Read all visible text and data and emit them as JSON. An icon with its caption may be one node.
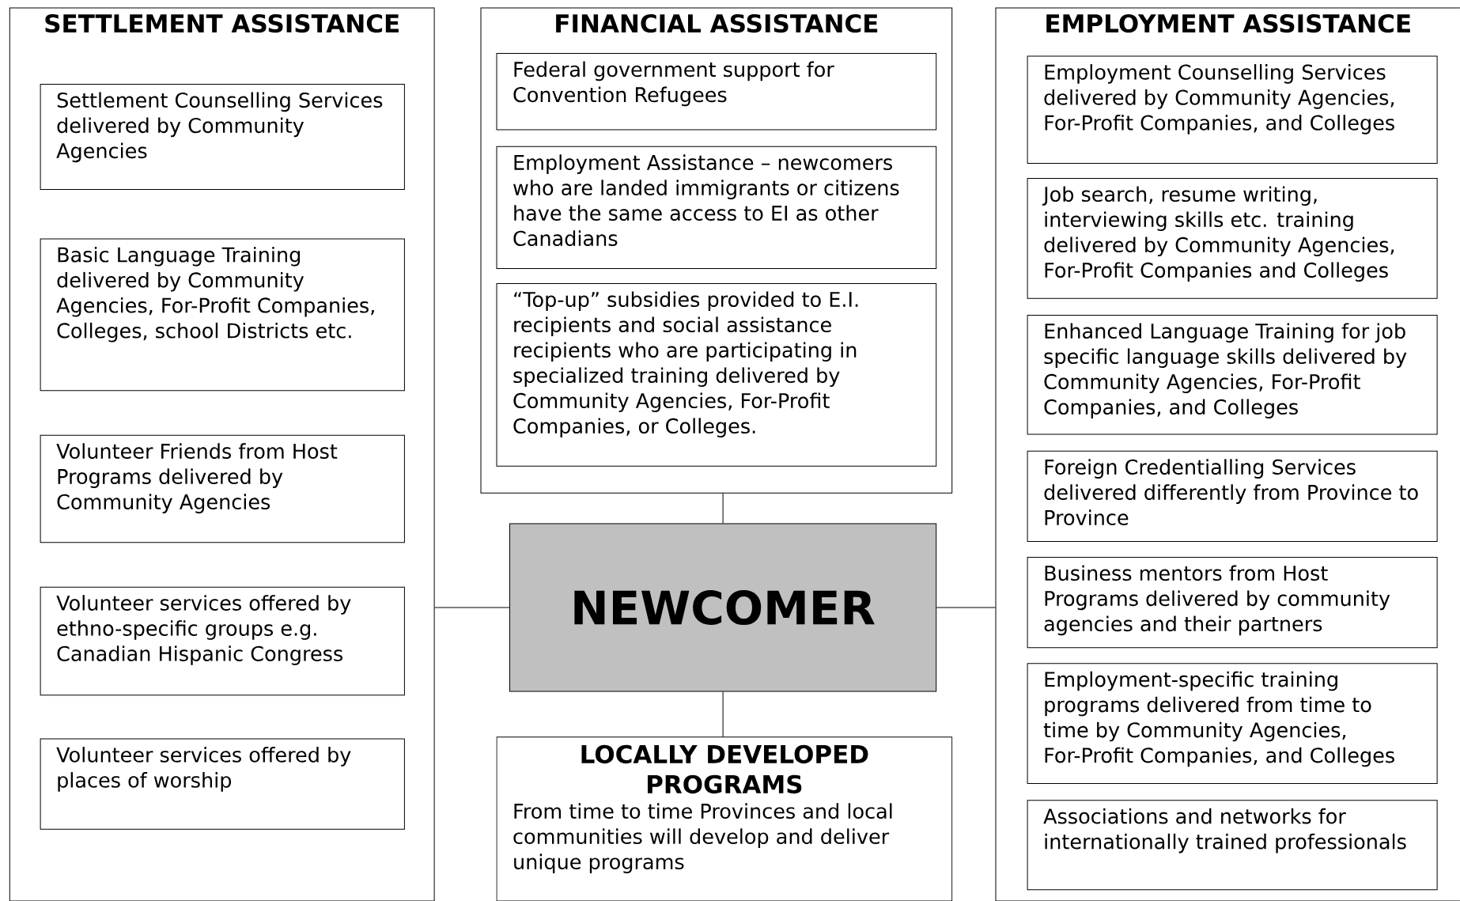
{
  "diagram": {
    "nodes": [
      {
        "text": [
          "SETTLEMENT ASSISTANCE"
        ]
      },
      {
        "text": [
          "Settlement Counselling Services delivered by Community Agencies"
        ],
        "in": 0
      },
      {
        "text": [
          "Basic Language Training delivered by Community Agencies, For-Profit Companies, Colleges, school Districts etc."
        ],
        "in": 0
      },
      {
        "text": [
          "Volunteer Friends from Host Programs delivered by Community Agencies"
        ],
        "in": 0
      },
      {
        "text": [
          "Volunteer services offered by ethno-specific groups e.g. Canadian Hispanic Congress"
        ],
        "in": 0
      },
      {
        "text": [
          "Volunteer services offered by places of worship"
        ],
        "in": 0
      },
      {
        "text": [
          "FINANCIAL ASSISTANCE"
        ]
      },
      {
        "text": [
          "Federal government support for Convention Refugees"
        ],
        "in": 6
      },
      {
        "text": [
          "Employment Assistance – newcomers who are landed immigrants or citizens have the same access to EI as other Canadians"
        ],
        "in": 6
      },
      {
        "text": [
          "“Top-up” subsidies provided to E.I. recipients and social assistance recipients who are participating in specialized training delivered by Community Agencies, For-Profit Companies, or Colleges."
        ],
        "in": 6
      },
      {
        "text": [
          "NEWCOMER"
        ]
      },
      {
        "text": [
          "LOCALLY DEVELOPED PROGRAMS",
          "From time to time Provinces and local communities will develop and deliver unique programs"
        ]
      },
      {
        "text": [
          "EMPLOYMENT ASSISTANCE"
        ]
      },
      {
        "text": [
          "Employment Counselling Services delivered by Community Agencies, For-Profit Companies, and Colleges"
        ],
        "in": 12
      },
      {
        "text": [
          "Job search, resume writing, interviewing skills etc. training delivered by Community Agencies, For-Profit Companies and Colleges"
        ],
        "in": 12
      },
      {
        "text": [
          "Enhanced Language Training for job specific language skills delivered by Community Agencies, For-Profit Companies, and Colleges"
        ],
        "in": 12
      },
      {
        "text": [
          "Foreign Credentialling Services delivered differently from Province to Province"
        ],
        "in": 12
      },
      {
        "text": [
          "Business mentors from Host Programs delivered by community agencies and their partners"
        ],
        "in": 12
      },
      {
        "text": [
          "Employment-specific training programs delivered from time to time by Community Agencies, For-Profit Companies, and Colleges"
        ],
        "in": 12
      },
      {
        "text": [
          "Associations and networks for internationally trained professionals"
        ],
        "in": 12
      }
    ],
    "edges": [
      {
        "from": 0,
        "to": 10,
        "arrow": "none"
      },
      {
        "from": 6,
        "to": 10,
        "arrow": "none"
      },
      {
        "from": 10,
        "to": 12,
        "arrow": "none"
      },
      {
        "from": 10,
        "to": 11,
        "arrow": "none"
      }
    ]
  }
}
